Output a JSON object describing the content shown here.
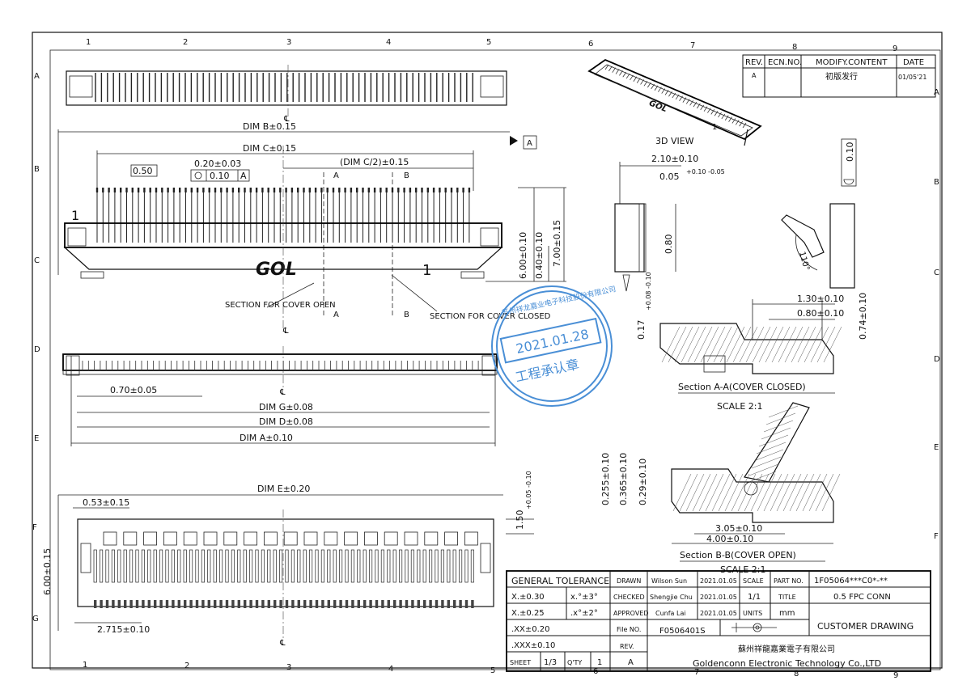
{
  "grid": {
    "top_numbers": [
      "1",
      "2",
      "3",
      "4",
      "5",
      "6",
      "7",
      "8",
      "9"
    ],
    "side_letters": [
      "A",
      "B",
      "C",
      "D",
      "E",
      "F",
      "G"
    ]
  },
  "revision": {
    "headers": [
      "REV.",
      "ECN.NO.",
      "MODIFY.CONTENT",
      "DATE"
    ],
    "row": [
      "A",
      "",
      "初版发行",
      "01/05'21"
    ]
  },
  "views": {
    "cl": "℄",
    "label_3d": "3D VIEW",
    "gol": "GOL",
    "pin_one": "1",
    "datum_a": "A",
    "section_a_label": "A",
    "section_b_label": "B",
    "section_for_open": "SECTION FOR COVER OPEN",
    "section_for_closed": "SECTION FOR COVER CLOSED",
    "section_aa_title": "Section A-A(COVER CLOSED)",
    "section_bb_title": "Section B-B(COVER OPEN)",
    "scale": "SCALE 2:1",
    "angle": "110°"
  },
  "dims": {
    "dim_b": "DIM B±0.15",
    "dim_c": "DIM C±0.15",
    "dim_c_half": "(DIM C/2)±0.15",
    "pitch_box": "0.50",
    "pin_w": "0.20±0.03",
    "position_tol": "0.10",
    "position_datum": "A",
    "h_6": "6.00±0.10",
    "h_04": "0.40±0.10",
    "h_7": "7.00±0.15",
    "d_070": "0.70±0.05",
    "dim_g": "DIM G±0.08",
    "dim_d": "DIM D±0.08",
    "dim_a": "DIM A±0.10",
    "dim_e": "DIM E±0.20",
    "d_053": "0.53±0.15",
    "d_150": "1.50",
    "d_150_tol": "+0.05 -0.10",
    "d_600b": "6.00±0.15",
    "d_2715": "2.715±0.10",
    "s_210": "2.10±0.10",
    "s_005": "0.05",
    "s_005_tol": "+0.10 -0.05",
    "s_080": "0.80",
    "s_010": "0.10",
    "s_017": "0.17",
    "s_017_tol": "+0.08 -0.10",
    "s_130": "1.30±0.10",
    "s_080b": "0.80±0.10",
    "s_074": "0.74±0.10",
    "s_0255": "0.255±0.10",
    "s_0365": "0.365±0.10",
    "s_029": "0.29±0.10",
    "s_305": "3.05±0.10",
    "s_400": "4.00±0.10"
  },
  "stamp": {
    "company": "苏州祥龙嘉业电子科技股份有限公司",
    "date": "2021.01.28",
    "dept": "工程承认章"
  },
  "title_block": {
    "general_tolerance": "GENERAL TOLERANCE",
    "tol_rows": [
      {
        "lin": "X.±0.30",
        "ang": "x.°±3°"
      },
      {
        "lin": "X.±0.25",
        "ang": ".x°±2°"
      },
      {
        "lin": ".XX±0.20",
        "ang": ""
      },
      {
        "lin": ".XXX±0.10",
        "ang": ""
      }
    ],
    "sheet_label": "SHEET",
    "sheet_value": "1/3",
    "qty_label": "Q'TY",
    "qty_value": "1",
    "drawn_label": "DRAWN",
    "drawn_by": "Wilson Sun",
    "drawn_date": "2021.01.05",
    "checked_label": "CHECKED",
    "checked_by": "Shengjie Chu",
    "checked_date": "2021.01.05",
    "approved_label": "APPROVED",
    "approved_by": "Cunfa Lai",
    "approved_date": "2021.01.05",
    "file_label": "File NO.",
    "file_no": "F0506401S",
    "rev_label": "REV.",
    "rev_value": "A",
    "scale_label": "SCALE",
    "scale_value": "1/1",
    "units_label": "UNITS",
    "units_value": "mm",
    "part_label": "PART NO.",
    "part_no": "1F05064***C0*-**",
    "title_label": "TITLE",
    "title_value": "0.5 FPC CONN",
    "drawing_type": "CUSTOMER DRAWING",
    "company_cn": "蘇州祥龍嘉業電子有限公司",
    "company_en": "Goldenconn Electronic Technology Co.,LTD"
  }
}
